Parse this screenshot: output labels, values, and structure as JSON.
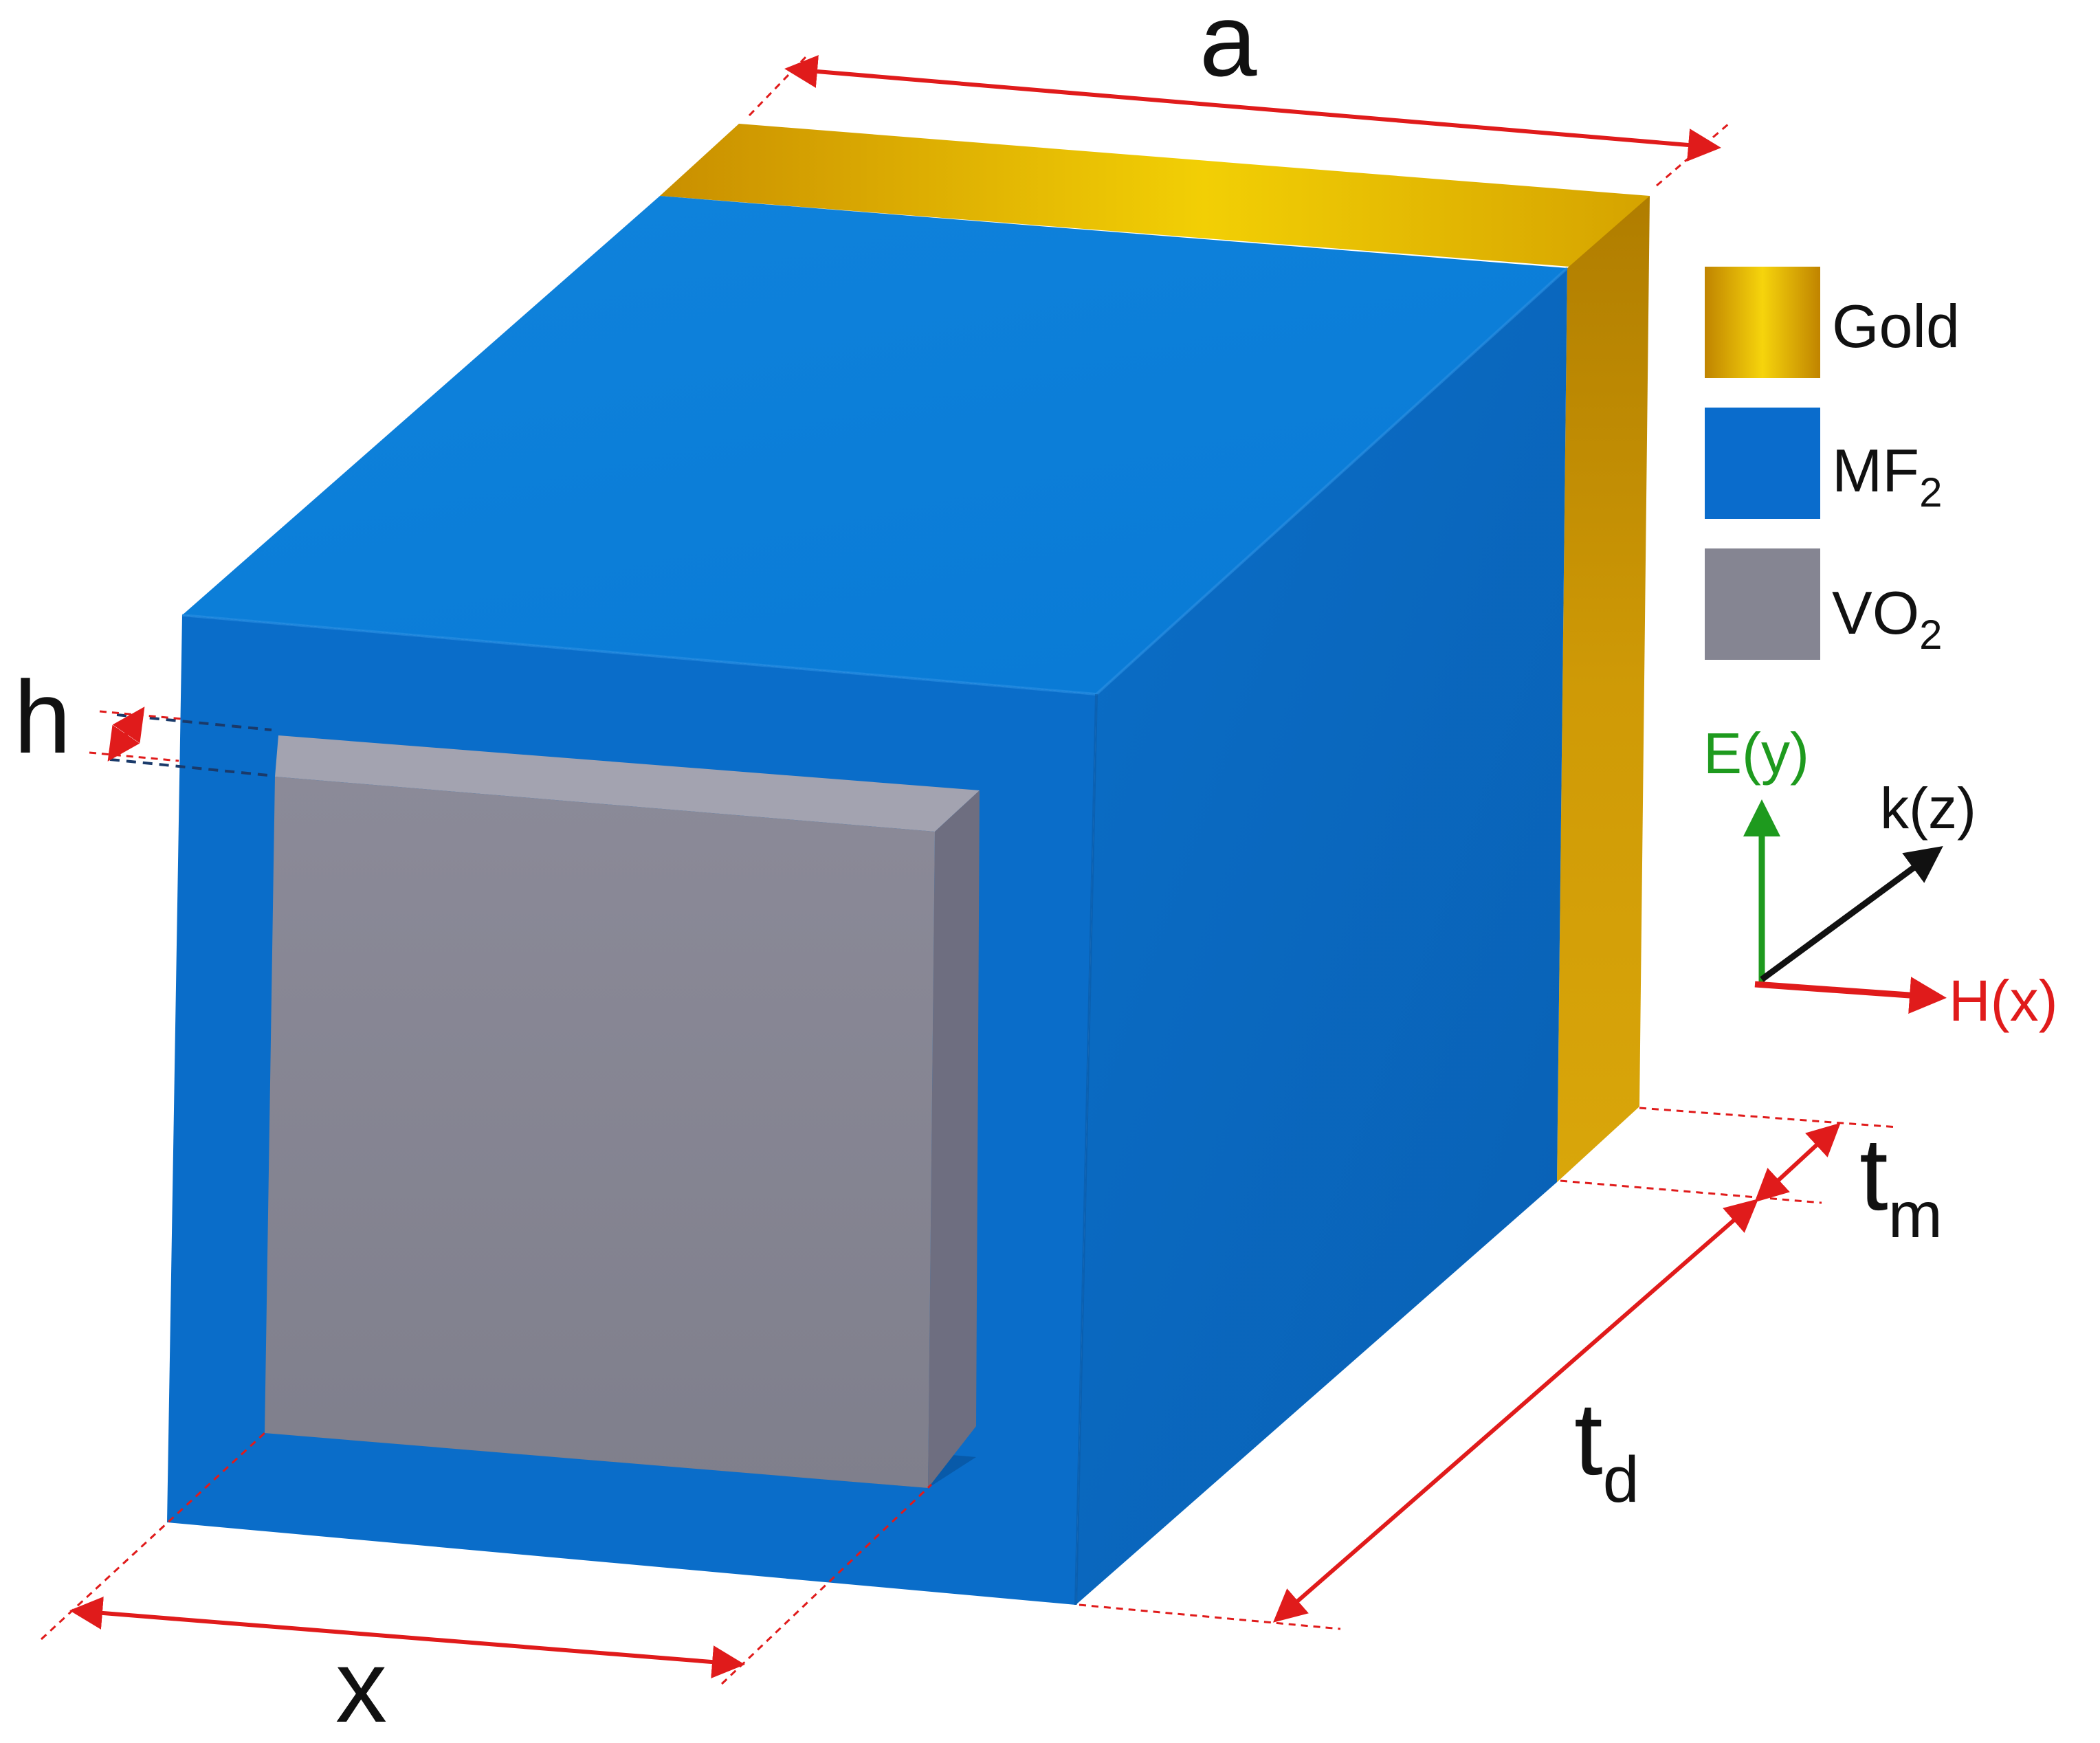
{
  "colors": {
    "gold": "#d9a800",
    "mf2": "#0a78d2",
    "vo2": "#858592",
    "dimension_line": "#e01b1b",
    "e_axis": "#1e9a1e",
    "h_axis": "#e01b1b",
    "k_axis": "#111111"
  },
  "icons": [
    "gold-swatch",
    "mf2-swatch",
    "vo2-swatch",
    "arrow-icon"
  ],
  "legend": [
    {
      "label": "Gold",
      "swatch": "gold"
    },
    {
      "label": "MF",
      "sub": "2",
      "swatch": "mf2"
    },
    {
      "label": "VO",
      "sub": "2",
      "swatch": "vo2"
    }
  ],
  "dimensions": {
    "a": "a",
    "h": "h",
    "x": "x",
    "t_d": {
      "base": "t",
      "sub": "d"
    },
    "t_m": {
      "base": "t",
      "sub": "m"
    }
  },
  "axes": {
    "e": "E(y)",
    "k": "k(z)",
    "h": "H(x)"
  }
}
